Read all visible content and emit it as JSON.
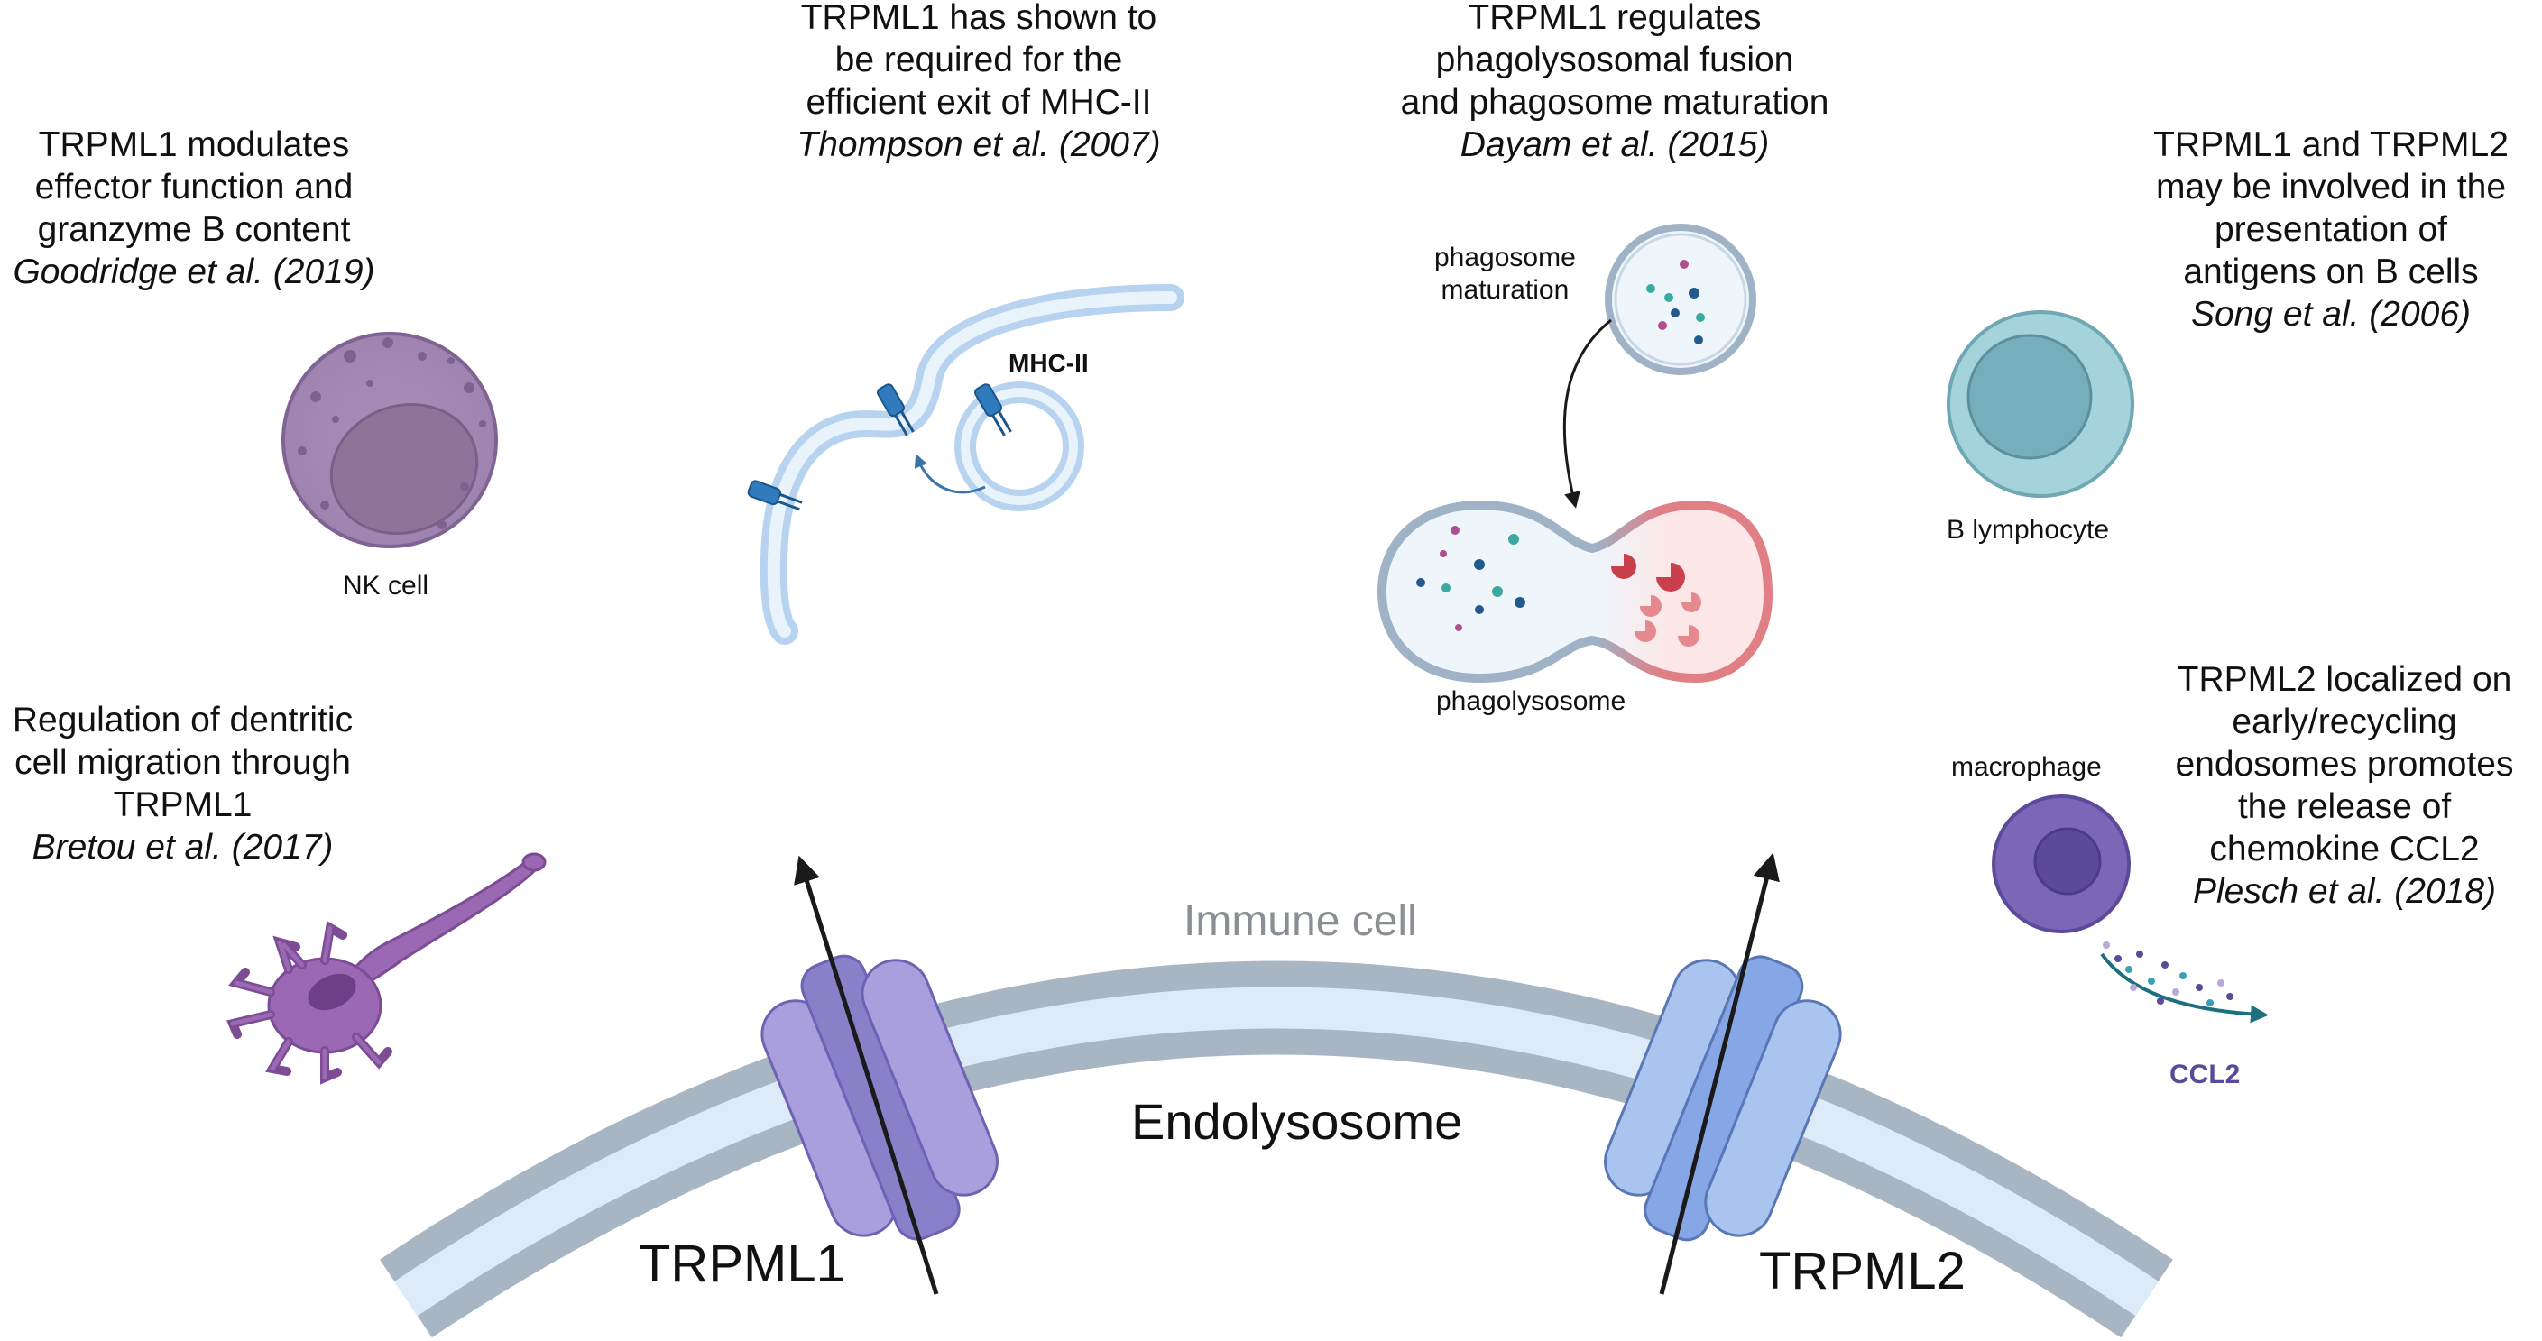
{
  "annotations": {
    "nk": {
      "lines": [
        "TRPML1 modulates",
        "effector function and",
        "granzyme B content"
      ],
      "citation": "Goodridge et al. (2019)"
    },
    "mhc": {
      "lines": [
        "TRPML1 has shown to",
        "be required for the",
        "efficient exit of MHC-II"
      ],
      "citation": "Thompson et al. (2007)"
    },
    "phago": {
      "lines": [
        "TRPML1 regulates",
        "phagolysosomal fusion",
        "and phagosome maturation"
      ],
      "citation": "Dayam et al. (2015)"
    },
    "bcell": {
      "lines": [
        "TRPML1 and TRPML2",
        "may be involved in the",
        "presentation of",
        "antigens on B cells"
      ],
      "citation": "Song et al. (2006)"
    },
    "dc": {
      "lines": [
        "Regulation of dentritic",
        "cell migration through",
        "TRPML1"
      ],
      "citation": "Bretou et al. (2017)"
    },
    "ccl2": {
      "lines": [
        "TRPML2 localized on",
        "early/recycling",
        "endosomes promotes",
        "the release of",
        "chemokine CCL2"
      ],
      "citation": "Plesch et al. (2018)"
    }
  },
  "labels": {
    "nk_cell": "NK cell",
    "mhc_ii": "MHC-II",
    "phagosome_maturation": [
      "phagosome",
      "maturation"
    ],
    "phagolysosome": "phagolysosome",
    "b_lymphocyte": "B lymphocyte",
    "macrophage": "macrophage",
    "ccl2": "CCL2",
    "immune_cell": "Immune cell",
    "endolysosome": "Endolysosome",
    "trpml1": "TRPML1",
    "trpml2": "TRPML2"
  },
  "colors": {
    "membrane_outer": "#a7b6c2",
    "membrane_inner": "#dcebf7",
    "trpml1_channel": "#a99fdc",
    "trpml1_channel_dark": "#8a7fc9",
    "trpml2_channel": "#a9c4ef",
    "trpml2_channel_dark": "#86a6e6",
    "nk_cell": "#a387b4",
    "dendritic_cell": "#9b68b4",
    "b_cell": "#a5d3dc",
    "macrophage": "#7b67b8",
    "vesicle": "#cfe4f6",
    "lysosome": "#e8a4a8",
    "ccl2_label": "#5b4a9a"
  }
}
